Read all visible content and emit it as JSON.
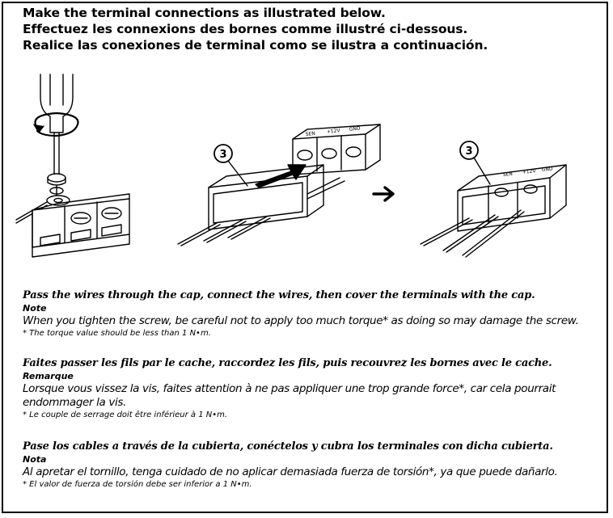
{
  "headings": {
    "en": "Make the terminal connections as illustrated below.",
    "fr": "Effectuez les connexions des bornes comme illustré ci-dessous.",
    "es": "Realice las conexiones de terminal como se ilustra a continuación."
  },
  "illustration": {
    "callout_number": "3",
    "terminal_labels": [
      "SEN",
      "+12V",
      "GND"
    ],
    "arrow_icon": "right-arrow-icon"
  },
  "sections": [
    {
      "lead": "Pass the wires through the cap, connect the wires, then cover the terminals with the cap.",
      "note_label": "Note",
      "body": "When you tighten the screw, be careful not to apply too much torque* as doing so may damage the screw.",
      "footnote": "* The torque value should be less than 1 N•m."
    },
    {
      "lead": "Faites passer les fils par le cache, raccordez les fils, puis recouvrez les bornes avec le cache.",
      "note_label": "Remarque",
      "body": "Lorsque vous vissez la vis, faites attention à ne pas appliquer une trop grande force*, car cela pourrait endommager la vis.",
      "footnote": "* Le couple de serrage doit être inférieur à 1 N•m."
    },
    {
      "lead": "Pase los cables a través de la cubierta, conéctelos y cubra los terminales con dicha cubierta.",
      "note_label": "Nota",
      "body": "Al apretar el tornillo, tenga cuidado de no aplicar demasiada fuerza de torsión*, ya que puede dañarlo.",
      "footnote": "* El valor de fuerza de torsión debe ser inferior a 1 N•m."
    }
  ]
}
